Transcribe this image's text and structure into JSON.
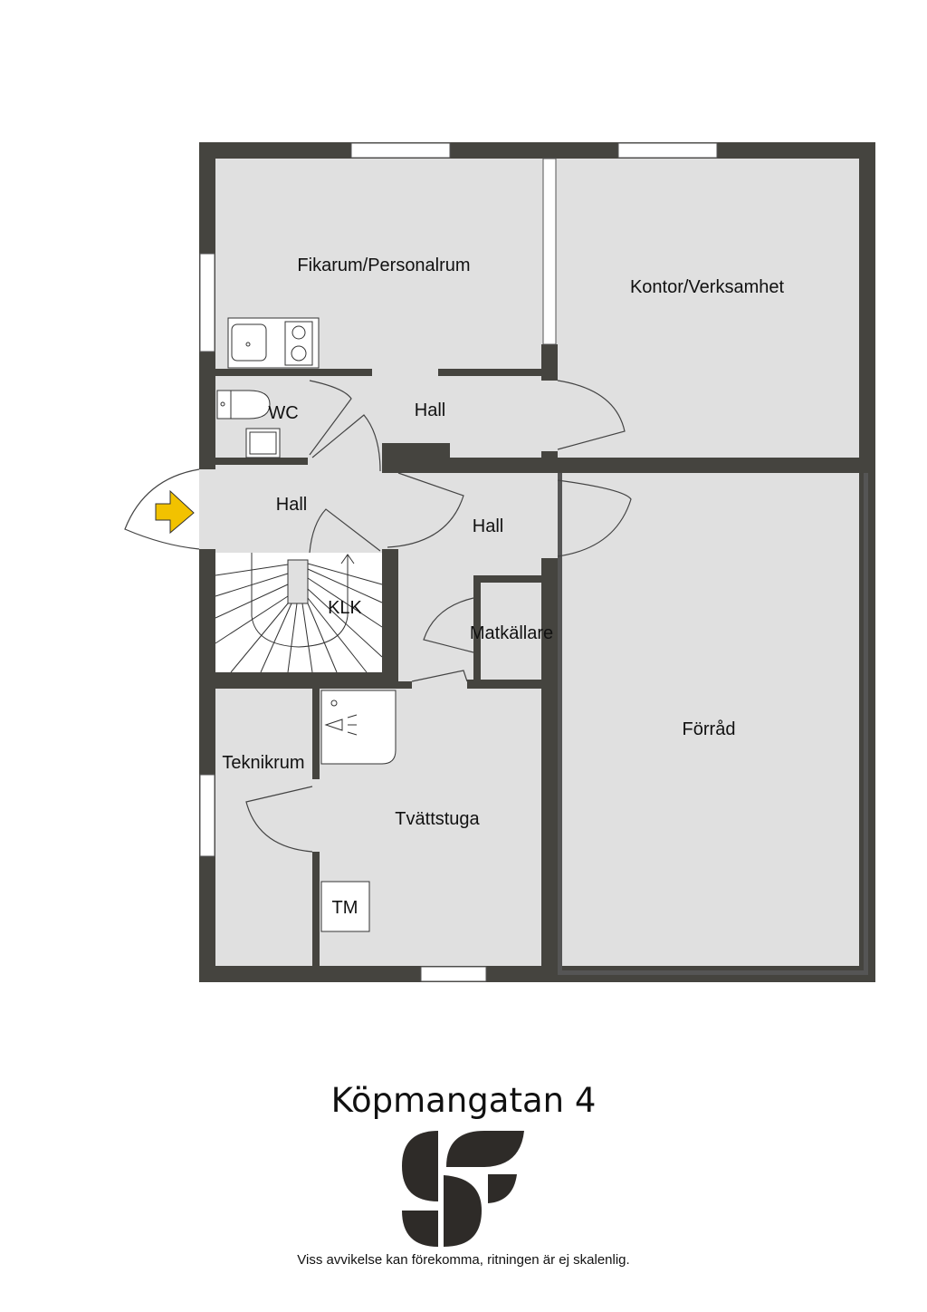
{
  "plan": {
    "rooms": {
      "fikarum": "Fikarum/Personalrum",
      "kontor": "Kontor/Verksamhet",
      "wc": "WC",
      "hall_upper": "Hall",
      "hall_left": "Hall",
      "hall_mid": "Hall",
      "klk": "KLK",
      "matkallare": "Matkällare",
      "forrad": "Förråd",
      "teknikrum": "Teknikrum",
      "tvattstuga": "Tvättstuga",
      "tm": "TM"
    },
    "colors": {
      "wall": "#45443f",
      "floor": "#e0e0e0",
      "entrance_arrow": "#f2c200"
    }
  },
  "footer": {
    "title": "Köpmangatan 4",
    "logo_text": "SF",
    "disclaimer": "Viss avvikelse kan förekomma, ritningen är ej skalenlig."
  }
}
